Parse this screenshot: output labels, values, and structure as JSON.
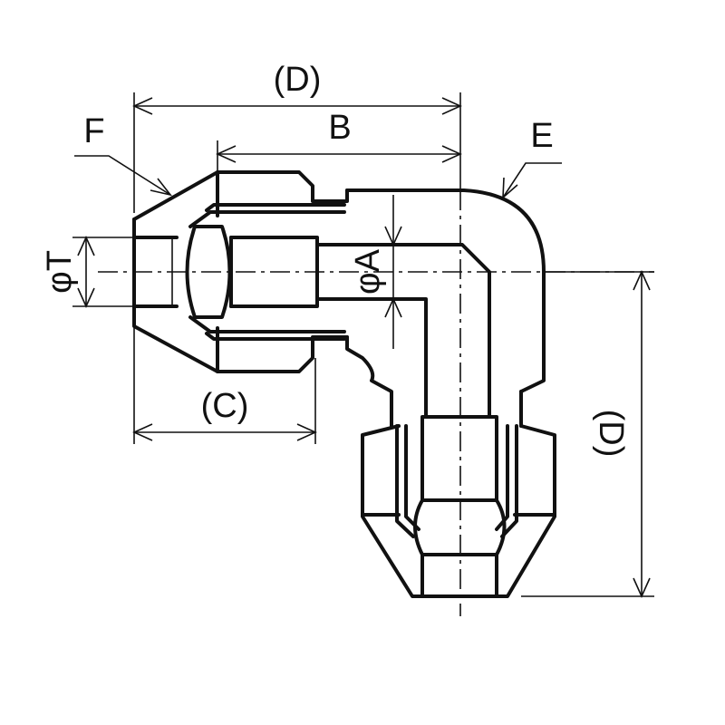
{
  "labels": {
    "d_top": "(D)",
    "b": "B",
    "f": "F",
    "e": "E",
    "phi_t": "φT",
    "phi_a": "φA",
    "c": "(C)",
    "d_right": "(D)"
  },
  "colors": {
    "line": "#111111",
    "background": "#ffffff"
  }
}
